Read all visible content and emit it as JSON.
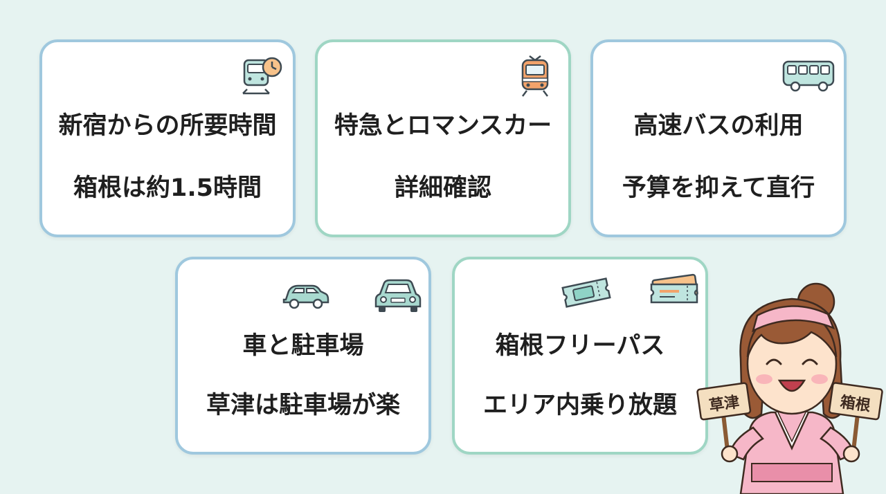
{
  "cards": [
    {
      "title": "新宿からの所要時間",
      "sub": "箱根は約1.5時間",
      "icons": [
        "train-clock-icon"
      ]
    },
    {
      "title": "特急とロマンスカー",
      "sub": "詳細確認",
      "icons": [
        "romancecar-train-icon"
      ]
    },
    {
      "title": "高速バスの利用",
      "sub": "予算を抑えて直行",
      "icons": [
        "bus-icon"
      ]
    },
    {
      "title": "車と駐車場",
      "sub": "草津は駐車場が楽",
      "icons": [
        "car-side-icon",
        "car-front-icon"
      ]
    },
    {
      "title": "箱根フリーパス",
      "sub": "エリア内乗り放題",
      "icons": [
        "ticket-icon",
        "pass-ticket-icon"
      ]
    }
  ],
  "mascot": {
    "sign_left": "草津",
    "sign_right": "箱根"
  },
  "colors": {
    "background": "#e6f3f1",
    "card_border_blue": "#9fc8de",
    "card_border_green": "#9fd6c4",
    "accent_teal": "#8fd3c6",
    "accent_orange": "#f2a36b",
    "kimono_pink": "#f6b7c8"
  }
}
